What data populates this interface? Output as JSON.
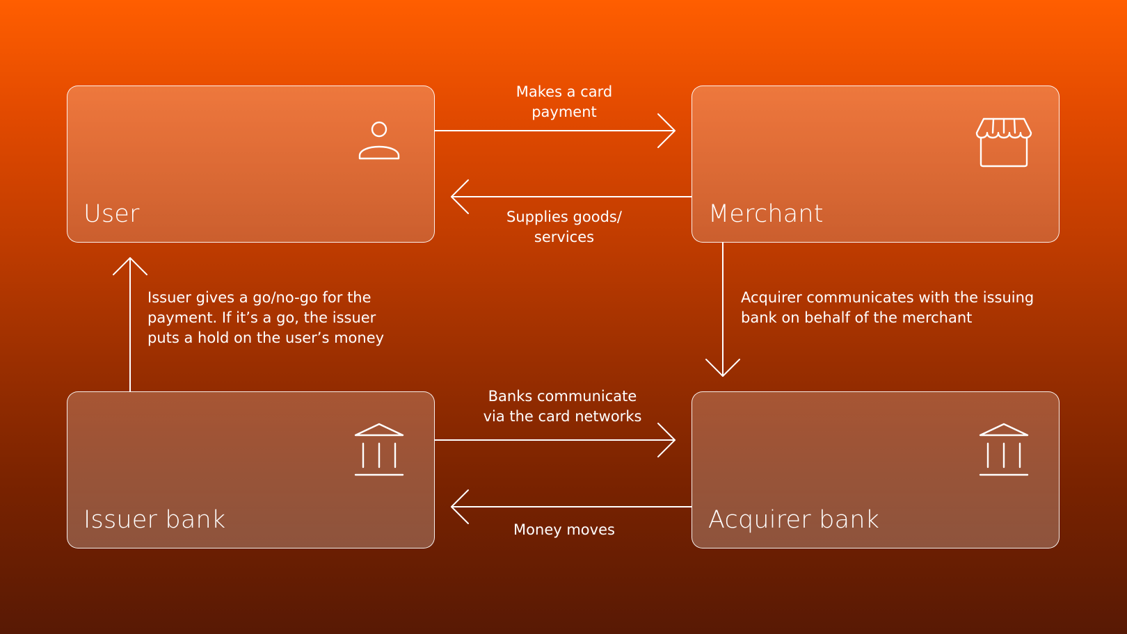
{
  "nodes": {
    "user": {
      "label": "User",
      "icon": "person-icon"
    },
    "merchant": {
      "label": "Merchant",
      "icon": "storefront-icon"
    },
    "issuer_bank": {
      "label": "Issuer bank",
      "icon": "bank-icon"
    },
    "acquirer_bank": {
      "label": "Acquirer bank",
      "icon": "bank-icon"
    }
  },
  "edges": {
    "user_to_merchant": {
      "line1": "Makes a card",
      "line2": "payment"
    },
    "merchant_to_user": {
      "line1": "Supplies goods/",
      "line2": "services"
    },
    "merchant_to_acquirer": {
      "line1": "Acquirer communicates with the issuing",
      "line2": "bank on behalf of the merchant"
    },
    "issuer_to_user": {
      "line1": "Issuer gives a go/no-go for the",
      "line2": "payment. If it’s a go, the issuer",
      "line3": "puts a hold on the user’s money"
    },
    "issuer_to_acquirer": {
      "line1": "Banks communicate",
      "line2": "via the card networks"
    },
    "acquirer_to_issuer": {
      "line1": "Money moves"
    }
  },
  "colors": {
    "gradient_top": "#ff5e00",
    "gradient_bottom": "#581904",
    "stroke": "#ffffff"
  }
}
